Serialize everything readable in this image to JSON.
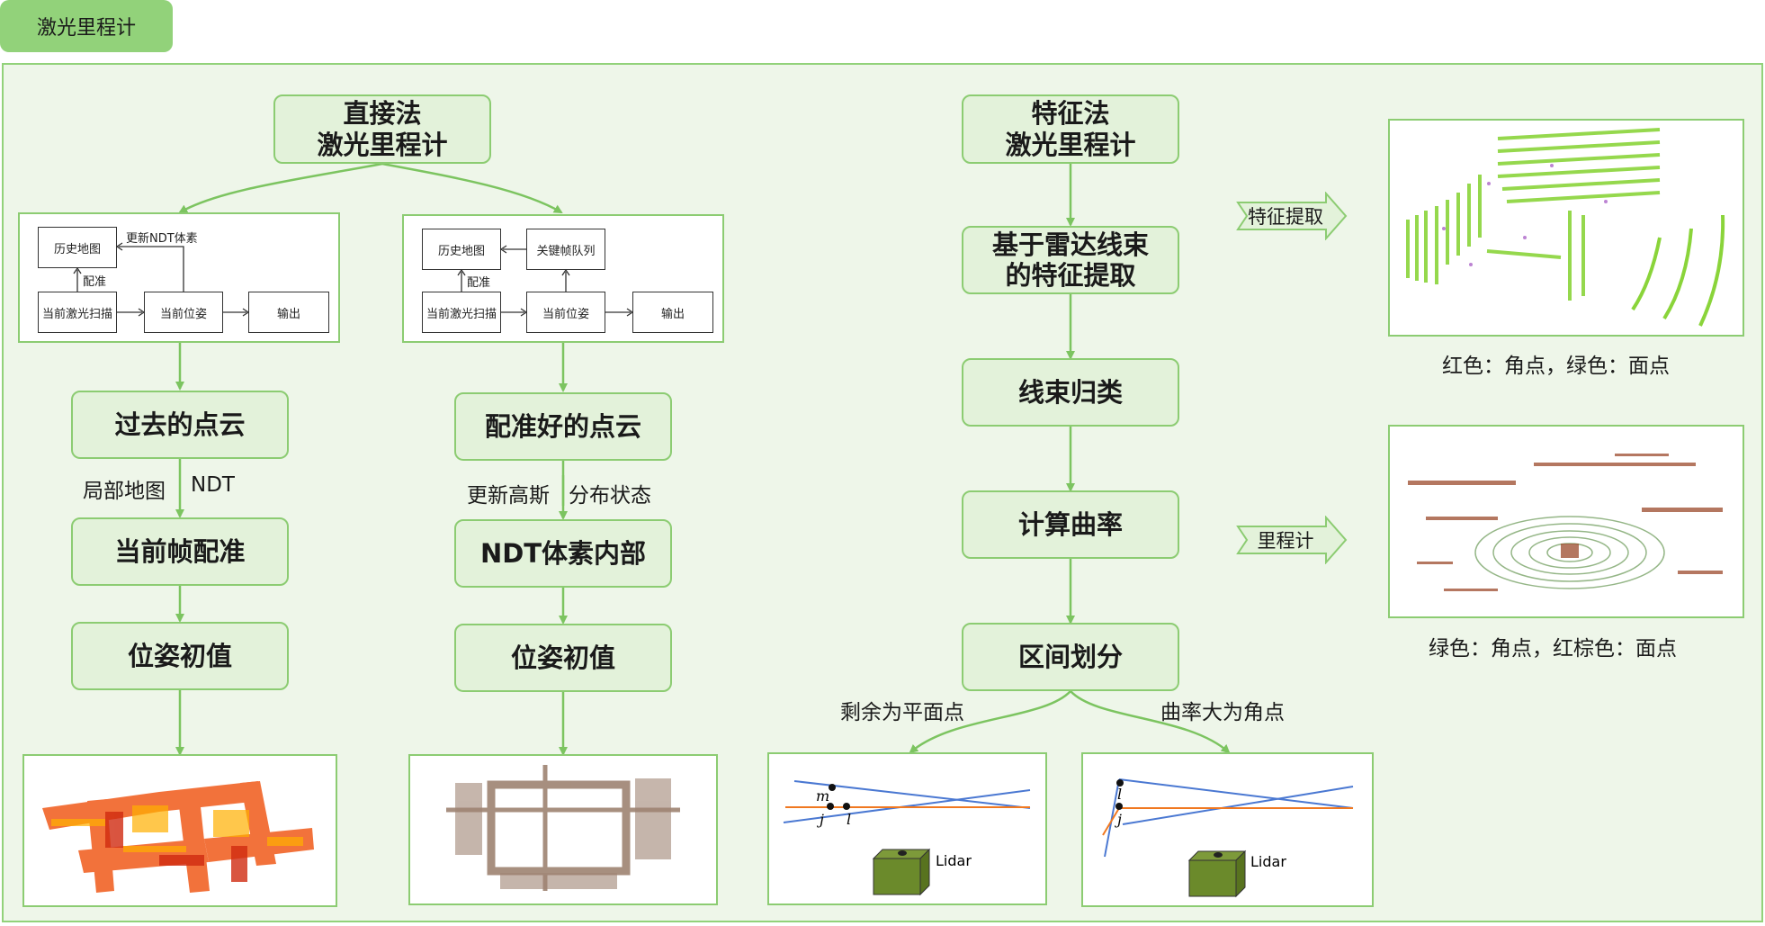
{
  "title": "激光里程计",
  "colors": {
    "accent": "#92d27a",
    "node_fill": "#e3f2da",
    "border": "#8ccc72",
    "frame_fill": "#eef6e9"
  },
  "direct": {
    "root": [
      "直接法",
      "激光里程计"
    ],
    "left": {
      "mini": {
        "history": "历史地图",
        "update": "更新NDT体素",
        "register": "配准",
        "scan": "当前激光扫描",
        "pose": "当前位姿",
        "output": "输出"
      },
      "n1": "过去的点云",
      "label1_a": "局部地图",
      "label1_b": "NDT",
      "n2": "当前帧配准",
      "n3": "位姿初值"
    },
    "right": {
      "mini": {
        "history": "历史地图",
        "keyframes": "关键帧队列",
        "register": "配准",
        "scan": "当前激光扫描",
        "pose": "当前位姿",
        "output": "输出"
      },
      "n1": "配准好的点云",
      "label1_a": "更新高斯",
      "label1_b": "分布状态",
      "n2": "NDT体素内部",
      "n3": "位姿初值"
    }
  },
  "feature": {
    "root": [
      "特征法",
      "激光里程计"
    ],
    "s1": [
      "基于雷达线束",
      "的特征提取"
    ],
    "s2": "线束归类",
    "s3": "计算曲率",
    "s4": "区间划分",
    "branch_left": "剩余为平面点",
    "branch_right": "曲率大为角点",
    "arrow_top": "特征提取",
    "arrow_bottom": "里程计",
    "caption_top": "红色：角点，绿色：面点",
    "caption_bottom": "绿色：角点，红棕色：面点",
    "diag_left": {
      "m": "m",
      "j": "j",
      "l": "l",
      "lidar": "Lidar"
    },
    "diag_right": {
      "l": "l",
      "j": "j",
      "lidar": "Lidar"
    }
  }
}
